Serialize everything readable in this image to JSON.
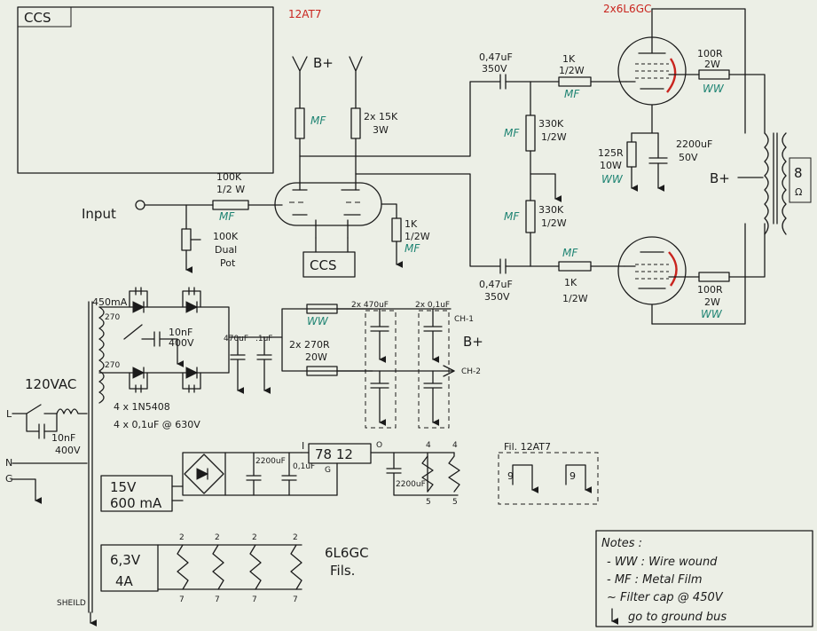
{
  "tubes": {
    "preamp": "12AT7",
    "power": "2x6L6GC"
  },
  "ccs_labels": {
    "box": "CCS",
    "source": "CCS"
  },
  "bplus": {
    "top": "B+",
    "power": "B+",
    "supply": "B+"
  },
  "input": {
    "label": "Input"
  },
  "preamp": {
    "plate_resistor": "2x 15K",
    "plate_resistor_power": "3W",
    "plate_resistor_type": "MF",
    "grid_resistor": "100K",
    "grid_resistor_power": "1/2 W",
    "grid_resistor_type": "MF",
    "pot": "100K",
    "pot_desc1": "Dual",
    "pot_desc2": "Pot",
    "cathode_resistor": "1K",
    "cathode_resistor_power": "1/2W",
    "cathode_resistor_type": "MF"
  },
  "coupling": {
    "cap_top": "0,47uF",
    "cap_top_v": "350V",
    "cap_bot": "0,47uF",
    "cap_bot_v": "350V",
    "grid_stop_top": "1K",
    "grid_stop_top_power": "1/2W",
    "grid_stop_top_type": "MF",
    "grid_stop_bot": "1K",
    "grid_stop_bot_power": "1/2W",
    "grid_stop_bot_type": "MF",
    "grid_leak_top": "330K",
    "grid_leak_top_power": "1/2W",
    "grid_leak_top_type": "MF",
    "grid_leak_bot": "330K",
    "grid_leak_bot_power": "1/2W",
    "grid_leak_bot_type": "MF"
  },
  "output": {
    "screen_top": "100R",
    "screen_top_power": "2W",
    "screen_top_type": "WW",
    "screen_bot": "100R",
    "screen_bot_power": "2W",
    "screen_bot_type": "WW",
    "cathode_r": "125R",
    "cathode_r_power": "10W",
    "cathode_r_type": "WW",
    "cathode_c": "2200uF",
    "cathode_c_v": "50V",
    "transformer_tap": "8",
    "ohm": "Ω"
  },
  "hv_supply": {
    "current": "450mA",
    "tap1": "270",
    "tap2": "270",
    "bridge_cap": "10nF",
    "bridge_cap_v": "400V",
    "diodes": "4 x 1N5408",
    "diode_caps": "4 x 0,1uF @ 630V",
    "cap1": "470uF",
    "cap2": ".1uF",
    "choke_type": "WW",
    "resistors": "2x 270R",
    "resistors_power": "20W",
    "caps_470": "2x 470uF",
    "caps_01": "2x 0,1uF",
    "ch1": "CH-1",
    "ch2": "CH-2"
  },
  "mains": {
    "voltage": "120VAC",
    "l": "L",
    "n": "N",
    "g": "G",
    "cap": "10nF",
    "cap_v": "400V",
    "shield": "SHEILD"
  },
  "heater_supply": {
    "winding": "15V",
    "winding_current": "600 mA",
    "cap1": "2200uF",
    "cap2": "0,1uF",
    "regulator": "78 12",
    "pin_i": "I",
    "pin_o": "O",
    "pin_g": "G",
    "cap3": "2200uF",
    "pin4a": "4",
    "pin4b": "4",
    "pin5a": "5",
    "pin5b": "5",
    "fil_label": "Fil. 12AT7",
    "fil_pin1": "9",
    "fil_pin2": "9"
  },
  "power_heaters": {
    "winding": "6,3V",
    "current": "4A",
    "label1": "6L6GC",
    "label2": "Fils.",
    "pins_top": [
      "2",
      "2",
      "2",
      "2"
    ],
    "pins_bottom": [
      "7",
      "7",
      "7",
      "7"
    ]
  },
  "notes": {
    "title": "Notes :",
    "ww": "- WW : Wire wound",
    "mf": "- MF : Metal Film",
    "filter": "~ Filter cap @ 450V",
    "ground": "go to ground bus"
  },
  "colors": {
    "ink": "#1b1b1b",
    "red": "#c9241e",
    "green": "#1f8473",
    "paper": "#ecefe6"
  }
}
